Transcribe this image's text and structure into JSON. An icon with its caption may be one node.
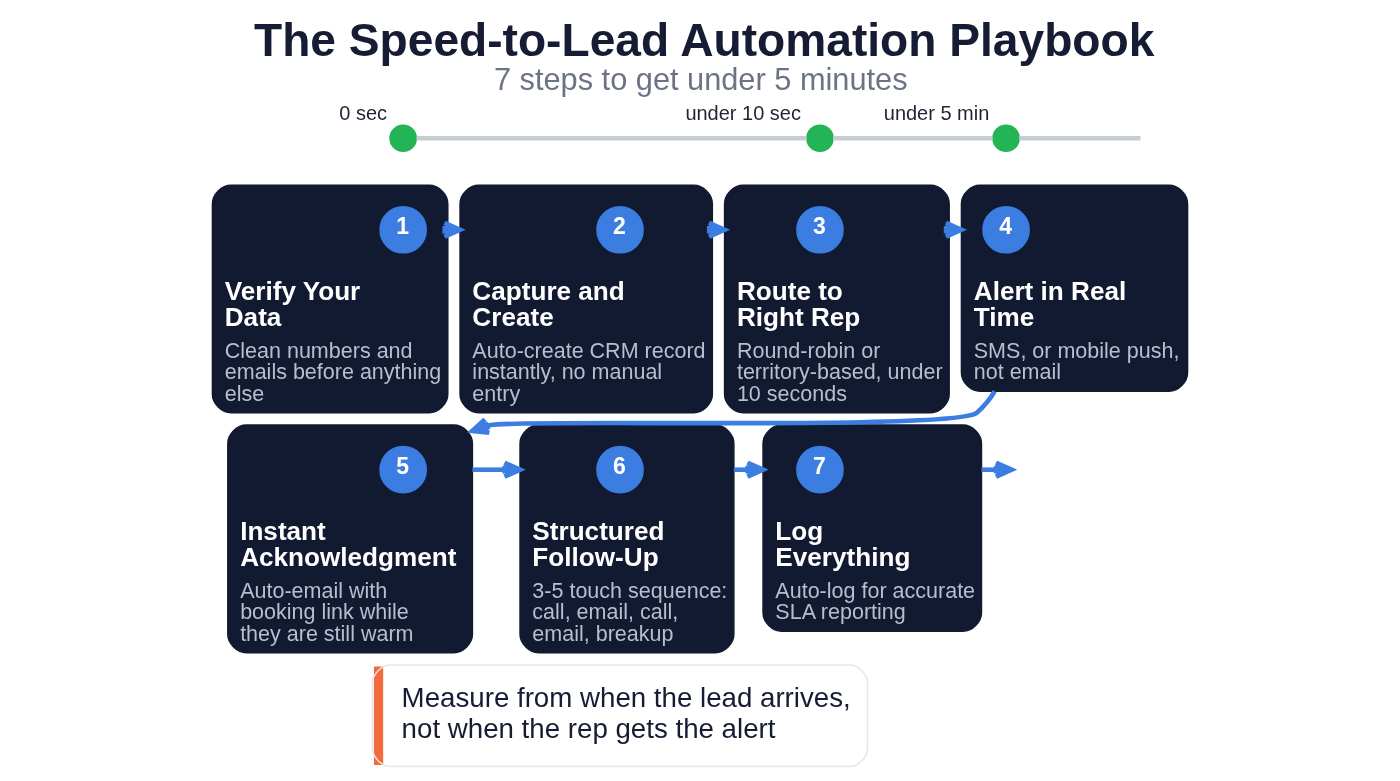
{
  "diagram": {
    "title": "The Speed-to-Lead Automation Playbook",
    "caption": "7 steps to get under 5 minutes",
    "nodes": [
      {
        "text": [],
        "shape": "circle",
        "beside": [
          "0 sec"
        ]
      },
      {
        "text": [],
        "shape": "circle",
        "beside": [
          "under 10 sec"
        ]
      },
      {
        "text": [],
        "shape": "circle",
        "beside": [
          "under 5 min"
        ]
      },
      {
        "text": [
          "Verify Your Data",
          "Clean numbers and emails before anything else"
        ]
      },
      {
        "text": [
          "1"
        ],
        "in": 3
      },
      {
        "text": [
          "Capture and Create",
          "Auto-create CRM record instantly, no manual entry"
        ]
      },
      {
        "text": [
          "2"
        ],
        "in": 5
      },
      {
        "text": [
          "Route to Right Rep",
          "Round-robin or territory-based, under 10 seconds"
        ]
      },
      {
        "text": [
          "3"
        ],
        "in": 7
      },
      {
        "text": [
          "Alert in Real Time",
          "SMS, or mobile push, not email"
        ]
      },
      {
        "text": [
          "4"
        ],
        "in": 9
      },
      {
        "text": [
          "Instant Acknowledgment",
          "Auto-email with booking link while they are still warm"
        ]
      },
      {
        "text": [
          "5"
        ],
        "in": 11
      },
      {
        "text": [
          "Structured Follow-Up",
          "3-5 touch sequence: call, email, call, email, breakup"
        ]
      },
      {
        "text": [
          "6"
        ],
        "in": 13
      },
      {
        "text": [
          "Log Everything",
          "Auto-log for accurate SLA reporting"
        ]
      },
      {
        "text": [
          "7"
        ],
        "in": 15
      },
      {
        "text": [
          "Measure from when the lead arrives, not when the rep gets the alert"
        ]
      }
    ],
    "edges": [
      {
        "from": 0,
        "to": 1,
        "arrow": "none",
        "color": "#c6ccd4"
      },
      {
        "from": 1,
        "to": 2,
        "arrow": "none",
        "color": "#c6ccd4"
      },
      {
        "from": 2,
        "to": null,
        "arrow": "none",
        "color": "#c6ccd4"
      },
      {
        "from": 3,
        "to": 5,
        "arrow": "to"
      },
      {
        "from": 5,
        "to": 7,
        "arrow": "to"
      },
      {
        "from": 7,
        "to": 9,
        "arrow": "to"
      },
      {
        "from": 9,
        "to": 11,
        "arrow": "to"
      },
      {
        "from": 11,
        "to": 13,
        "arrow": "to"
      },
      {
        "from": 13,
        "to": 15,
        "arrow": "to"
      },
      {
        "from": 15,
        "to": null,
        "arrow": "to"
      }
    ]
  }
}
